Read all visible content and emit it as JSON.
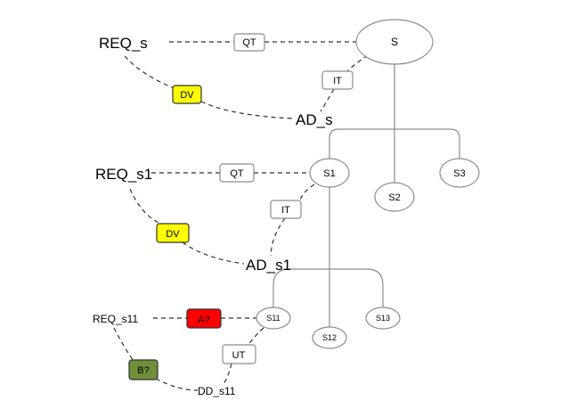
{
  "nodes": {
    "s": "S",
    "s1": "S1",
    "s2": "S2",
    "s3": "S3",
    "s11": "S11",
    "s12": "S12",
    "s13": "S13"
  },
  "labels": {
    "req_s": "REQ_s",
    "ad_s": "AD_s",
    "req_s1": "REQ_s1",
    "ad_s1": "AD_s1",
    "req_s11": "REQ_s11",
    "dd_s11": "DD_s11"
  },
  "tags": {
    "qt_top": "QT",
    "it_top": "IT",
    "dv_top": "DV",
    "qt_mid": "QT",
    "it_mid": "IT",
    "dv_mid": "DV",
    "a_unknown": "A?",
    "ut": "UT",
    "b_unknown": "B?"
  },
  "colors": {
    "dv": "#ffff00",
    "a_unknown": "#ff0000",
    "b_unknown": "#6f8f3a",
    "box_border": "#8c8c8c"
  }
}
